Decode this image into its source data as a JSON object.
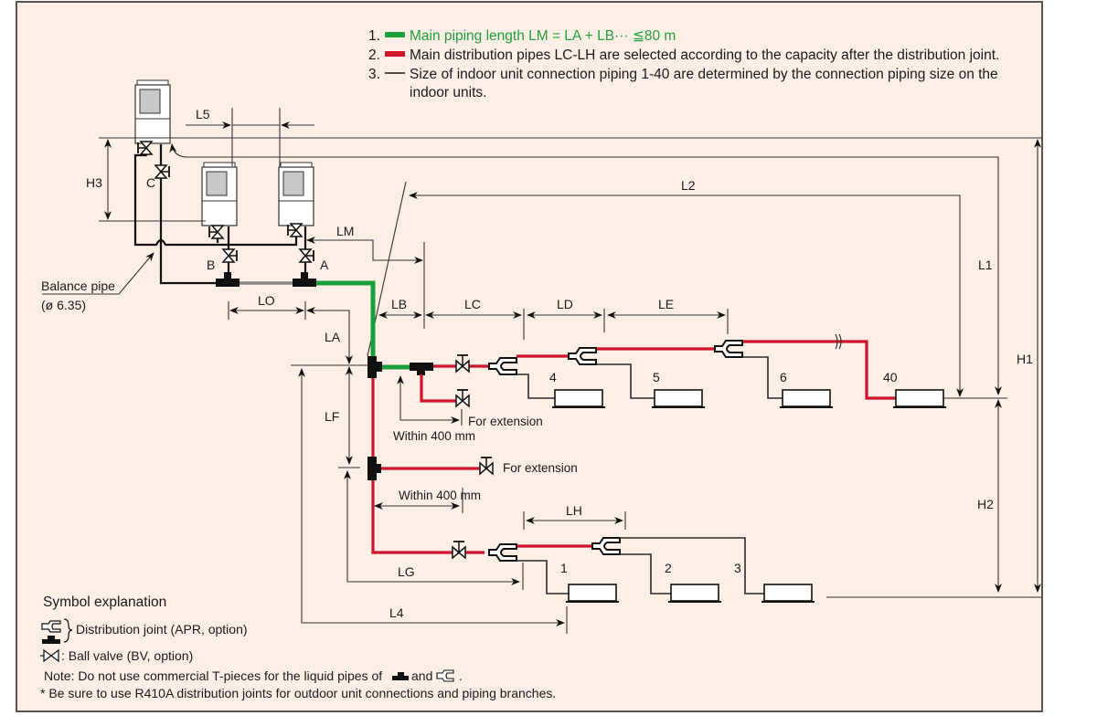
{
  "notes": [
    {
      "num": "1.",
      "text": "Main piping length LM = LA + LB··· ≦80 m",
      "line_color": "#1aa03a"
    },
    {
      "num": "2.",
      "text": "Main distribution pipes LC-LH are selected according to the capacity after the distribution joint.",
      "line_color": "#d0142c"
    },
    {
      "num": "3.",
      "text_line1": "Size of indoor unit connection piping 1-40 are determined by the connection piping size on the",
      "text_line2": "indoor units.",
      "line_color": "#1a1a1a"
    }
  ],
  "dimensions": {
    "L1": "L1",
    "L2": "L2",
    "L4": "L4",
    "L5": "L5",
    "H1": "H1",
    "H2": "H2",
    "H3": "H3",
    "LM": "LM",
    "LO": "LO",
    "LA": "LA",
    "LB": "LB",
    "LC": "LC",
    "LD": "LD",
    "LE": "LE",
    "LF": "LF",
    "LG": "LG",
    "LH": "LH"
  },
  "outdoor_units": {
    "A": "A",
    "B": "B",
    "C": "C"
  },
  "balance_pipe": {
    "label": "Balance pipe",
    "size": "(ø 6.35)"
  },
  "indoor_units": [
    "1",
    "2",
    "3",
    "4",
    "5",
    "6",
    "40"
  ],
  "annotations": {
    "for_extension_1": "For extension",
    "for_extension_2": "For extension",
    "within_1": "Within 400 mm",
    "within_2": "Within 400 mm"
  },
  "legend": {
    "title": "Symbol explanation",
    "distribution_joint": "Distribution joint (APR, option)",
    "ball_valve": ": Ball valve (BV, option)",
    "note_prefix": "Note: Do not use commercial T-pieces for the liquid pipes of",
    "note_and": "and",
    "note_suffix": ".",
    "footnote": "* Be sure to use R410A distribution joints for outdoor unit connections and piping branches."
  },
  "colors": {
    "background": "#fdeee6",
    "main_pipe": "#1aa03a",
    "distribution_pipe": "#d0142c",
    "connection_pipe": "#1a1a1a"
  }
}
